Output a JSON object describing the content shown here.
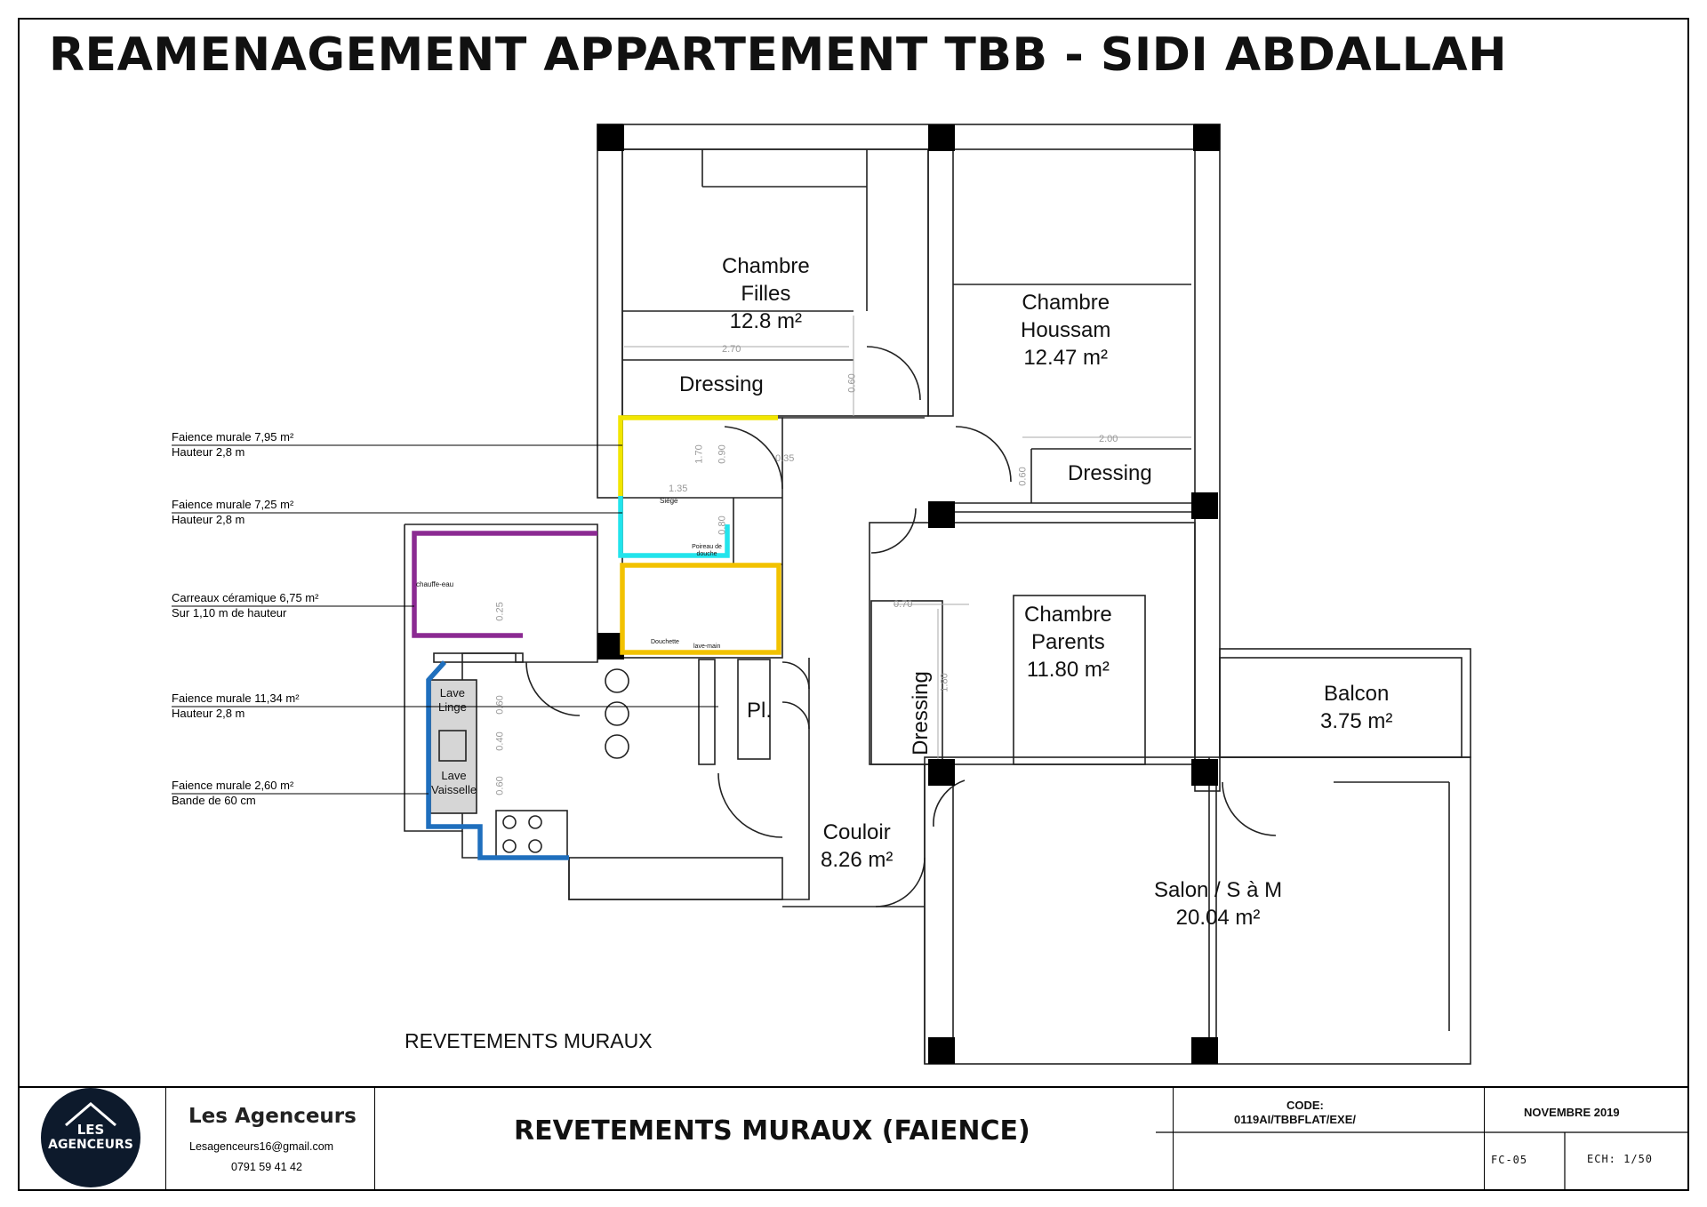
{
  "title": "REAMENAGEMENT APPARTEMENT TBB - SIDI ABDALLAH",
  "rooms": {
    "chambre_filles": {
      "l1": "Chambre",
      "l2": "Filles",
      "area": "12.8 m²"
    },
    "chambre_houssam": {
      "l1": "Chambre",
      "l2": "Houssam",
      "area": "12.47 m²"
    },
    "chambre_parents": {
      "l1": "Chambre",
      "l2": "Parents",
      "area": "11.80 m²"
    },
    "balcon": {
      "l1": "Balcon",
      "area": "3.75 m²"
    },
    "couloir": {
      "l1": "Couloir",
      "area": "8.26 m²"
    },
    "salon": {
      "l1": "Salon / S à M",
      "area": "20.04 m²"
    },
    "dressing_filles": "Dressing",
    "dressing_houssam": "Dressing",
    "dressing_parents": "Dressing",
    "placard": "Pl.",
    "lave_linge": {
      "l1": "Lave",
      "l2": "Linge"
    },
    "lave_vaisselle": {
      "l1": "Lave",
      "l2": "Vaisselle"
    },
    "chauffe_eau": "chauffe-eau",
    "siege": "Siège",
    "poireau": "Poireau de douche",
    "douchette": "Douchette",
    "lave_main": "lave-main"
  },
  "dimensions": {
    "d_270": "2.70",
    "d_060a": "0.60",
    "d_170": "1.70",
    "d_090": "0.90",
    "d_035": "0.35",
    "d_135": "1.35",
    "d_080": "0.80",
    "d_200": "2.00",
    "d_060b": "0.60",
    "d_025": "0.25",
    "d_070": "0.70",
    "d_180": "1.80",
    "d_060c": "0.60",
    "d_040": "0.40",
    "d_060d": "0.60"
  },
  "legend": [
    {
      "line1": "Faience murale 7,95 m²",
      "line2": "Hauteur 2,8 m",
      "color": "#f2e600"
    },
    {
      "line1": "Faience murale 7,25 m²",
      "line2": "Hauteur 2,8 m",
      "color": "#22e4ec"
    },
    {
      "line1": "Carreaux céramique 6,75 m²",
      "line2": "Sur 1,10 m de hauteur",
      "color": "#8b2a92"
    },
    {
      "line1": "Faience murale 11,34 m²",
      "line2": "Hauteur 2,8 m",
      "color": "#f2c200"
    },
    {
      "line1": "Faience murale 2,60 m²",
      "line2": "Bande de 60 cm",
      "color": "#1f6fbd"
    }
  ],
  "plan_caption": "REVETEMENTS MURAUX",
  "cartouche": {
    "logo_line1": "LES",
    "logo_line2": "AGENCEURS",
    "brand": "Les Agenceurs",
    "email": "Lesagenceurs16@gmail.com",
    "phone": "0791 59 41 42",
    "sheet_title": "REVETEMENTS MURAUX (FAIENCE)",
    "code_label": "CODE:",
    "code_value": "0119AI/TBBFLAT/EXE/",
    "date": "NOVEMBRE 2019",
    "sheet_no": "FC-05",
    "scale": "ECH: 1/50"
  }
}
